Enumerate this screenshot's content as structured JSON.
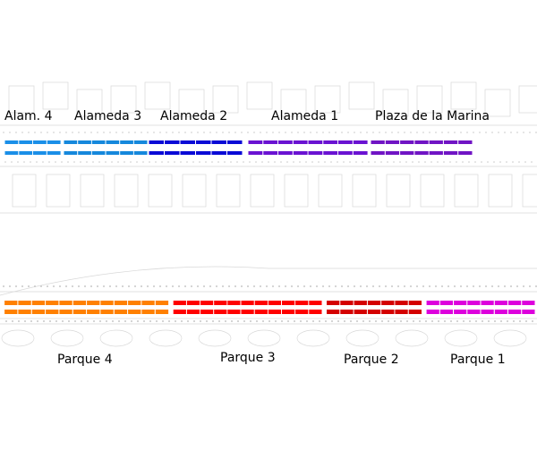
{
  "top_section": {
    "labels": [
      "Alam. 4",
      "Alameda 3",
      "Alameda 2",
      "Alameda 1",
      "Plaza de la Marina"
    ],
    "segments": [
      {
        "name": "Alam. 4",
        "color": "#1a8fe8",
        "count": 4
      },
      {
        "name": "Alameda 3",
        "color": "#1588dc",
        "count": 6
      },
      {
        "name": "Alameda 2",
        "color": "#0a0ad6",
        "count": 6
      },
      {
        "name": "Alameda 1",
        "color": "#6a12d2",
        "count": 8
      },
      {
        "name": "Plaza de la Marina",
        "color": "#7014c4",
        "count": 7
      }
    ]
  },
  "bottom_section": {
    "labels": [
      "Parque 4",
      "Parque 3",
      "Parque 2",
      "Parque 1"
    ],
    "segments": [
      {
        "name": "Parque 4",
        "color": "#ff8000",
        "count": 12
      },
      {
        "name": "Parque 3",
        "color": "#ff0000",
        "count": 11
      },
      {
        "name": "Parque 2",
        "color": "#d40000",
        "count": 7
      },
      {
        "name": "Parque 1",
        "color": "#dd00dd",
        "count": 8
      }
    ]
  }
}
